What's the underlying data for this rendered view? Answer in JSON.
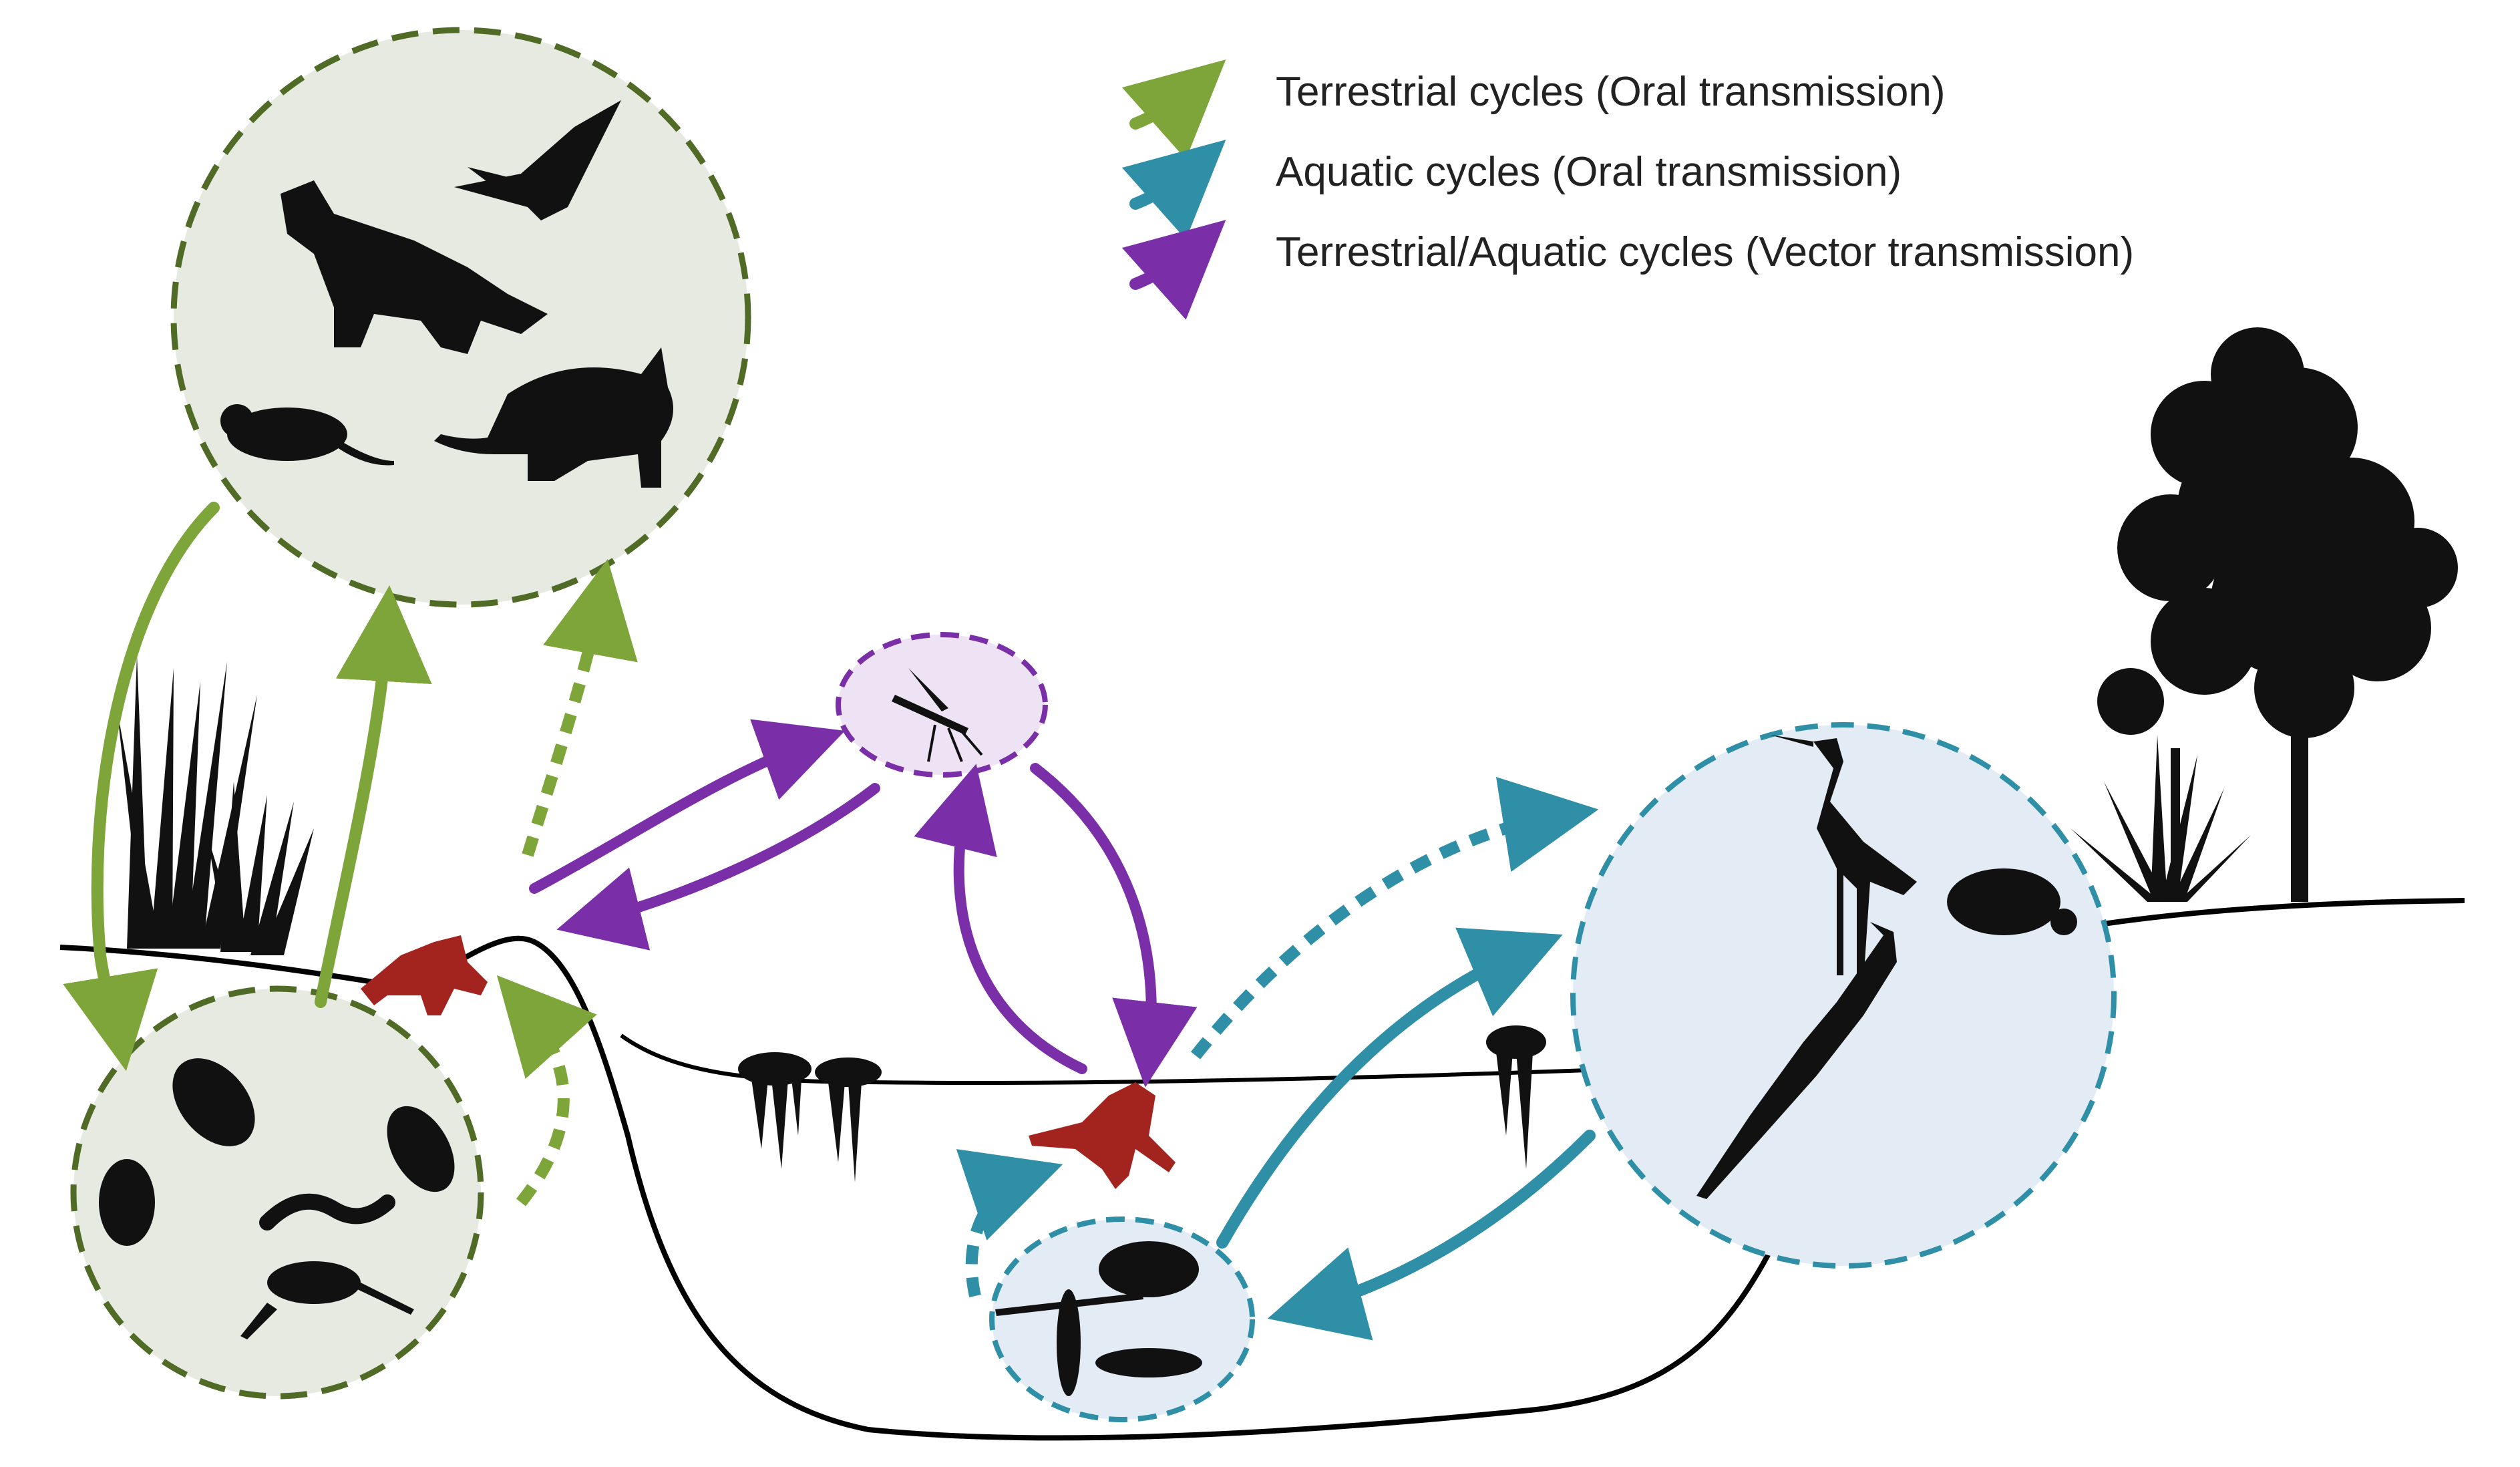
{
  "legend": {
    "items": [
      {
        "label": "Terrestrial cycles (Oral transmission)",
        "color": "#7ea53a"
      },
      {
        "label": "Aquatic cycles (Oral transmission)",
        "color": "#2e8fa6"
      },
      {
        "label": "Terrestrial/Aquatic cycles (Vector transmission)",
        "color": "#7a2fa8"
      }
    ]
  },
  "colors": {
    "terrestrial": "#7ea53a",
    "terrestrial_circle_border": "#4f6b26",
    "terrestrial_circle_fill": "#e6eae1",
    "aquatic": "#2e8fa6",
    "aquatic_circle_fill": "#e3ecf5",
    "vector": "#7a2fa8",
    "vector_circle_fill": "#eee3f4",
    "frog": "#a3231f",
    "silhouette": "#111111",
    "ground": "#000000"
  },
  "icons": {
    "vertebrate_hosts": [
      "fox-icon",
      "bird-icon",
      "rat-icon",
      "cat-icon"
    ],
    "invertebrate_hosts": [
      "beetle-icon",
      "bug-icon",
      "worm-icon",
      "cricket-icon"
    ],
    "vector": "mosquito-icon",
    "aquatic_hosts": [
      "heron-icon",
      "alligator-icon",
      "turtle-icon"
    ],
    "aquatic_invertebrates": [
      "copepod-icon",
      "mayfly-larva-icon",
      "dragonfly-larva-icon"
    ],
    "amphibian": "frog-icon",
    "vegetation": [
      "grass-icon",
      "tree-icon",
      "aquatic-plant-icon"
    ]
  }
}
